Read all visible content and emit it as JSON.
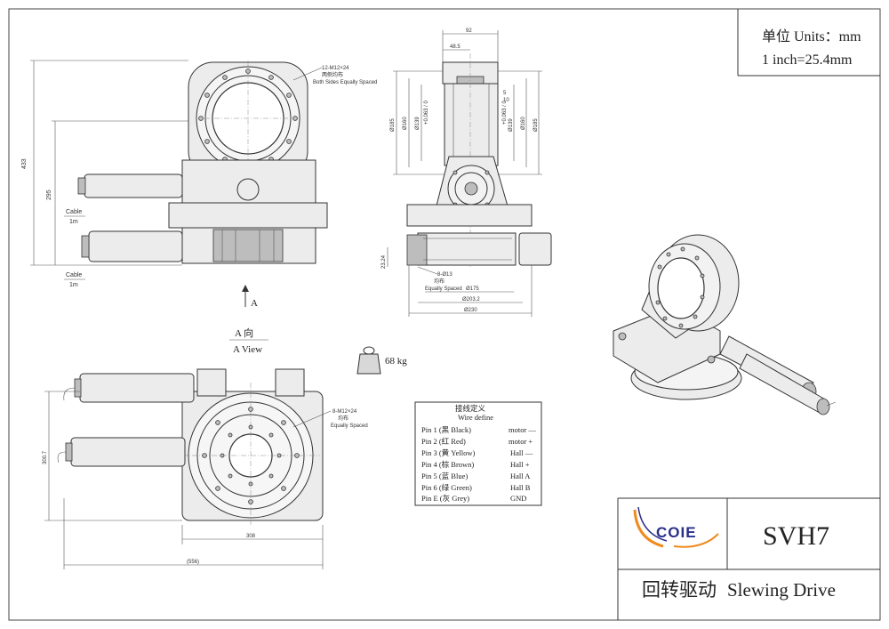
{
  "units": {
    "line1": "单位 Units：mm",
    "line2": "1 inch=25.4mm"
  },
  "title_block": {
    "brand": "COIE",
    "model": "SVH7",
    "name_cn": "回转驱动",
    "name_en": "Slewing Drive"
  },
  "weight": "68 kg",
  "front_view": {
    "bolt_note_1": "12-M12×24",
    "bolt_note_2": "两侧均布",
    "bolt_note_3": "Both Sides Equally Spaced",
    "dim_433": "433",
    "dim_295": "295",
    "cable_1": "Cable",
    "cable_1_len": "1m",
    "cable_2": "Cable",
    "cable_2_len": "1m",
    "arrow_label": "A"
  },
  "side_view": {
    "dim_92": "92",
    "dim_48_5": "48.5",
    "dim_185_l": "Ø185",
    "dim_160_l": "Ø160",
    "dim_139_l": "Ø139",
    "tol_l": "+0.063 / 0",
    "dim_139_r": "Ø139",
    "tol_r": "+0.063 / 0",
    "dim_160_r": "Ø160",
    "dim_185_r": "Ø185",
    "dim_23_24": "23.24",
    "hole_note_1": "8-Ø13",
    "hole_note_2": "均布",
    "hole_note_3": "Equally Spaced",
    "dim_175": "Ø175",
    "dim_203_2": "Ø203.2",
    "dim_230": "Ø230",
    "dim_5": "5",
    "dim_10": "10"
  },
  "a_view": {
    "label_cn": "A 向",
    "label_en": "A View",
    "bolt_note_1": "8-M12×24",
    "bolt_note_2": "均布",
    "bolt_note_3": "Equally Spaced",
    "dim_308": "308",
    "dim_556": "(556)",
    "dim_300_7": "300.7"
  },
  "wire_table": {
    "title_cn": "接线定义",
    "title_en": "Wire define",
    "rows": [
      {
        "pin": "Pin 1 (黑 Black)",
        "func": "motor —"
      },
      {
        "pin": "Pin 2 (红 Red)",
        "func": "motor +"
      },
      {
        "pin": "Pin 3 (黄 Yellow)",
        "func": "Hall —"
      },
      {
        "pin": "Pin 4 (棕 Brown)",
        "func": "Hall +"
      },
      {
        "pin": "Pin 5 (蓝 Blue)",
        "func": "Hall A"
      },
      {
        "pin": "Pin 6 (绿 Green)",
        "func": "Hall B"
      },
      {
        "pin": "Pin E (灰 Grey)",
        "func": "GND"
      }
    ]
  },
  "colors": {
    "brand_blue": "#2b2f8a",
    "brand_orange": "#f08a1c"
  }
}
